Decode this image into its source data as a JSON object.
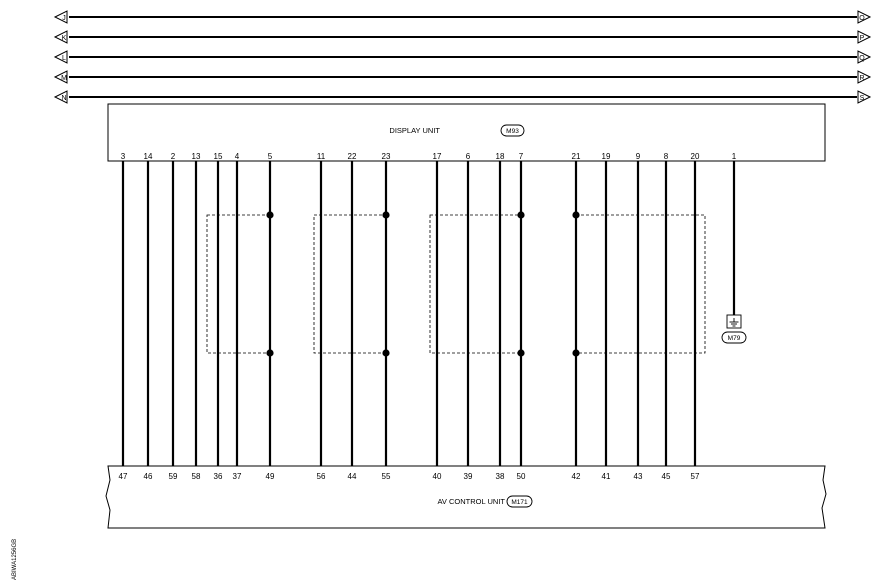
{
  "bus_connectors": [
    {
      "left": "J",
      "right": "O"
    },
    {
      "left": "K",
      "right": "P"
    },
    {
      "left": "L",
      "right": "Q"
    },
    {
      "left": "M",
      "right": "R"
    },
    {
      "left": "N",
      "right": "S"
    }
  ],
  "display_unit": {
    "name": "DISPLAY UNIT",
    "connector": "M93"
  },
  "av_control_unit": {
    "name": "AV CONTROL UNIT",
    "connector": "M171"
  },
  "ground": {
    "connector": "M79"
  },
  "wires": [
    {
      "top": "3",
      "bottom": "47"
    },
    {
      "top": "14",
      "bottom": "46"
    },
    {
      "top": "2",
      "bottom": "59"
    },
    {
      "top": "13",
      "bottom": "58"
    },
    {
      "top": "15",
      "bottom": "36"
    },
    {
      "top": "4",
      "bottom": "37"
    },
    {
      "top": "5",
      "bottom": "49"
    },
    {
      "top": "11",
      "bottom": "56"
    },
    {
      "top": "22",
      "bottom": "44"
    },
    {
      "top": "23",
      "bottom": "55"
    },
    {
      "top": "17",
      "bottom": "40"
    },
    {
      "top": "6",
      "bottom": "39"
    },
    {
      "top": "18",
      "bottom": "38"
    },
    {
      "top": "7",
      "bottom": "50"
    },
    {
      "top": "21",
      "bottom": "42"
    },
    {
      "top": "19",
      "bottom": "41"
    },
    {
      "top": "9",
      "bottom": "43"
    },
    {
      "top": "8",
      "bottom": "45"
    },
    {
      "top": "20",
      "bottom": "57"
    },
    {
      "top": "1",
      "bottom": ""
    }
  ],
  "figure_id": "ABIWA1256GB"
}
